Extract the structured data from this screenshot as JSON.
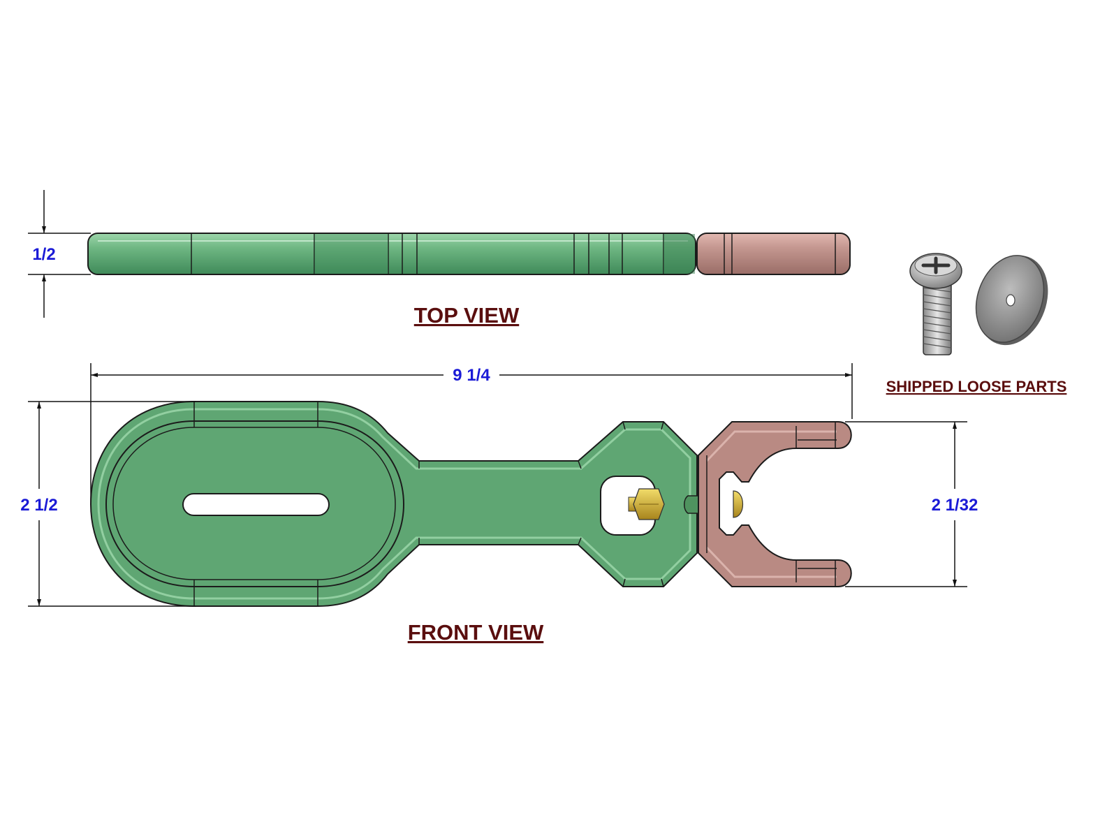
{
  "labels": {
    "top_view": "TOP VIEW",
    "front_view": "FRONT VIEW",
    "shipped_loose_parts": "SHIPPED LOOSE PARTS"
  },
  "dimensions": {
    "thickness": "1/2",
    "overall_length": "9 1/4",
    "overall_height": "2 1/2",
    "fork_height": "2 1/32"
  },
  "colors": {
    "handle_green": "#5fa673",
    "handle_green_light": "#7cc08f",
    "fork_pink": "#b98a83",
    "fork_pink_light": "#cfa49d",
    "dimension_text": "#1a1ad6",
    "title_text": "#5a0e0e",
    "outline": "#1b1b1b"
  },
  "parts": {
    "handle": "green-handle",
    "fork": "pink-fork",
    "screw": "phillips-screw-icon",
    "washer": "washer-icon",
    "nut": "brass-nut-icon"
  }
}
